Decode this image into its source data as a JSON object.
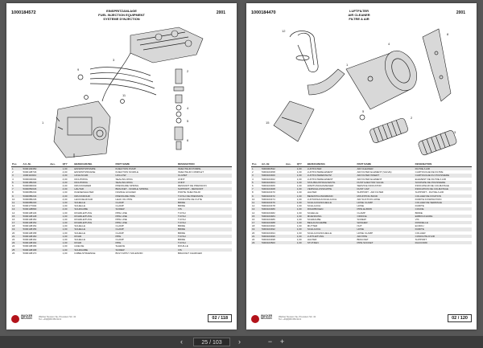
{
  "viewer": {
    "page_indicator": "25 / 103"
  },
  "left_page": {
    "doc_number": "1000184572",
    "year": "2001",
    "title_de": "EINSPRITZANLAGE",
    "title_en": "FUEL INJECTION EQUIPMENT",
    "title_fr": "SYSTEME D'INJECTION",
    "columns": [
      "Pos",
      "Art.-Nr.",
      "Aus.",
      "QTY",
      "BEZEICHNUNG",
      "PART NAME",
      "DESIGNATION"
    ],
    "rows": [
      [
        "1",
        "5000103350",
        "",
        "1,00",
        "EINSPRITZPUMPE",
        "INJECTION PUMP",
        "INJECTEUR POMPE"
      ],
      [
        "2",
        "5000138746",
        "",
        "4,00",
        "EINSPRITZDUESE",
        "INJECTION NOZZLE",
        "INJECTEUR COMPLET"
      ],
      [
        "3",
        "1000110044",
        "",
        "4,00",
        "HOHLSCHR.",
        "HOLLOW",
        "CLAPET"
      ],
      [
        "4",
        "5000030094",
        "",
        "4,00",
        "DICHTRING",
        "SEALING RING",
        "JOINT"
      ],
      [
        "5",
        "5000185204",
        "",
        "4,00",
        "DICHTRING",
        "SEALING RING",
        "JOINT"
      ],
      [
        "6",
        "5000090032",
        "",
        "4,00",
        "DRUCKFEDER",
        "PRESSURE SPRING",
        "RESSORT DE PRESSION"
      ],
      [
        "7",
        "5000050046",
        "",
        "4,00",
        "HALTER",
        "BRACKET - NOZZLE SPRING",
        "SUPPORT - RESSORT"
      ],
      [
        "8",
        "5000085232",
        "",
        "1,00",
        "DUESENHALTER",
        "NOZZLE HOLDER",
        "PORTE INJECTEUR"
      ],
      [
        "9",
        "5000085234",
        "",
        "4,00",
        "DRUCKROHR",
        "PRESSURE PIPE",
        "TUYAU DE PRESSION"
      ],
      [
        "10",
        "5000085236",
        "",
        "4,00",
        "LECKOELROHR",
        "LEAK OIL PIPE",
        "CONDUITE DE FUITE"
      ],
      [
        "11",
        "5000085230",
        "",
        "1,00",
        "SCHELLE",
        "CLAMP",
        "BRIDE"
      ],
      [
        "12",
        "5000177094",
        "",
        "1,00",
        "SCHELLE",
        "CLAMP",
        "BRIDE"
      ],
      [
        "13",
        "5000138800",
        "",
        "4,00",
        "SCHRAUBE",
        "SCREW",
        "VIS"
      ],
      [
        "14",
        "5000138146",
        "",
        "1,00",
        "ROHRLEITUNG",
        "PIPE LINE",
        "TUYAU"
      ],
      [
        "15",
        "5000138148",
        "",
        "1,00",
        "ROHRLEITUNG",
        "PIPE LINE",
        "TUYAU"
      ],
      [
        "16",
        "5000138150",
        "",
        "1,00",
        "ROHRLEITUNG",
        "PIPE LINE",
        "TUYAU"
      ],
      [
        "17",
        "5000138152",
        "",
        "1,00",
        "ROHRLEITUNG",
        "PIPE LINE",
        "TUYAU"
      ],
      [
        "18",
        "5000138154",
        "",
        "1,00",
        "SCHELLE",
        "CLAMP",
        "BRIDE"
      ],
      [
        "19",
        "5000138156",
        "",
        "1,00",
        "SCHELLE",
        "CLAMP",
        "BRIDE"
      ],
      [
        "20",
        "5000138158",
        "",
        "1,00",
        "SCHELLE",
        "CLAMP",
        "BRIDE"
      ],
      [
        "21",
        "5000138160",
        "",
        "1,00",
        "ROHR",
        "PIPE",
        "TUYAU"
      ],
      [
        "22",
        "5000138162",
        "",
        "1,00",
        "SCHELLE",
        "CLAMP",
        "BRIDE"
      ],
      [
        "23",
        "5000138164",
        "",
        "1,00",
        "ROHR",
        "PIPE",
        "TUYAU"
      ],
      [
        "24",
        "5000138166",
        "",
        "1,00",
        "HUELSE",
        "SLEEVE",
        "DOUILLE"
      ],
      [
        "25",
        "5000138168",
        "",
        "1,00",
        "SCHRAUBE",
        "SCREW",
        "VIS"
      ],
      [
        "26",
        "5000138170",
        "",
        "1,00",
        "KABELSTRAENGE",
        "BOLT APPLY SOLENOID",
        "BRACKET CHARGER"
      ]
    ],
    "page_number": "02 / 118"
  },
  "right_page": {
    "doc_number": "1000184470",
    "year": "2001",
    "title_de": "LUFTFILTER",
    "title_en": "AIR CLEANER",
    "title_fr": "FILTRE A AIR",
    "columns": [
      "Pos",
      "Art.-Nr.",
      "Aus.",
      "QTY",
      "BEZEICHNUNG",
      "PART NAME",
      "DESIGNATION"
    ],
    "rows": [
      [
        "1",
        "5000063532",
        "",
        "1,00",
        "LUFTFILTER",
        "AIR CLEANER",
        "FILTRE A AIR"
      ],
      [
        "2",
        "5000103458",
        "",
        "1,00",
        "LUFTFILTERELEMENT",
        "AIR FILTER ELEMENT (VALVE)",
        "CARTOUCHE DE FILTRE"
      ],
      [
        "3",
        "5000103460",
        "",
        "1,00",
        "LUFTFILTEREINSATZ",
        "AIR FILTER INSERT",
        "CARTOUCHE DU POUSSIERE"
      ],
      [
        "4",
        "5000103462",
        "",
        "1,00",
        "LUFTFILTERELEMENT",
        "AIR FILTER ELEMENT",
        "ELEMENT DE FILTRE A AIR"
      ],
      [
        "5",
        "5000103464",
        "",
        "1,00",
        "STAUBAUSTRAGVENTIL",
        "DUST EJECTOR VALVE",
        "SOUPAPE DE POUSSIERE"
      ],
      [
        "6",
        "5000103466",
        "",
        "1,00",
        "WARTUNGSANZEIGER",
        "SERVICE INDICATOR",
        "INDICATEUR DE COLMATAGE"
      ],
      [
        "7",
        "5000103468",
        "",
        "1,00",
        "VERSCHLUSSKAPPE",
        "DUST CAP",
        "INDICATION DE COLMATAGE"
      ],
      [
        "8",
        "5000103470",
        "",
        "1,00",
        "HALTER",
        "SUPPORT - AIR FILTER",
        "SUPPORT - FILTRE A AIR"
      ],
      [
        "9",
        "5000103472",
        "",
        "1,00",
        "BEFESTIGUNGSBAND",
        "MOUNTING BAND",
        "COLLIER DE FIXATION"
      ],
      [
        "10",
        "5000103474",
        "",
        "1,00",
        "LUFTANSAUGSCHLAUCH",
        "AIR SUCTION HOSE",
        "DURITE D'ASPIRATION"
      ],
      [
        "11",
        "5000103476",
        "",
        "1,00",
        "SCHLAUCHSCHELLE",
        "HOSE CLAMP",
        "COLLIER DE SERRAGE"
      ],
      [
        "12",
        "5000103478",
        "",
        "1,00",
        "SCHLAUCH",
        "HOSE",
        "DURITE"
      ],
      [
        "13",
        "5000103480",
        "",
        "1,00",
        "ROHRBOGEN",
        "PIPE ELBOW",
        "COUDE"
      ],
      [
        "14",
        "5000103482",
        "",
        "1,00",
        "SCHELLE",
        "CLAMP",
        "BRIDE"
      ],
      [
        "15",
        "5000103484",
        "",
        "1,00",
        "MUENDUNG",
        "ORIFICE",
        "EMBOUCHURE"
      ],
      [
        "16",
        "5000103486",
        "",
        "1,00",
        "SCHRAUBE",
        "SCREW",
        "VIS"
      ],
      [
        "17",
        "5000103488",
        "",
        "1,00",
        "BEILAGSCHEIBE",
        "WASHER",
        "RONDELLE"
      ],
      [
        "18",
        "5000103490",
        "",
        "1,00",
        "MUTTER",
        "NUT",
        "ECROU"
      ],
      [
        "19",
        "5000103492",
        "",
        "1,00",
        "SCHLAUCH",
        "HOSE",
        "DURITE"
      ],
      [
        "20",
        "5000103494",
        "",
        "1,00",
        "SCHLAUCHSCHELLE",
        "HOSE CLAMP",
        "COLLIER"
      ],
      [
        "21",
        "5000103496",
        "",
        "1,00",
        "LUFTLEITUNG",
        "AIR PIPE",
        "CONDUITE D'AIR"
      ],
      [
        "22",
        "5000103498",
        "",
        "1,00",
        "HALTER",
        "BRACKET",
        "SUPPORT"
      ],
      [
        "23",
        "5000103500",
        "",
        "1,00",
        "STUTZEN",
        "PIPE SOCKET",
        "RACCORD"
      ]
    ],
    "page_number": "02 / 120"
  },
  "footer": {
    "brand_line1": "WACKER",
    "brand_line2": "NEUSON",
    "address_line1": "Wacker Neuson Se, Preussen Str. 41",
    "address_line2": "Tel. +49(0)89 354 02-0"
  },
  "icons": {
    "prev": "chevron-left-icon",
    "next": "chevron-right-icon",
    "zoom_out": "minus-icon",
    "zoom_in": "plus-icon"
  }
}
